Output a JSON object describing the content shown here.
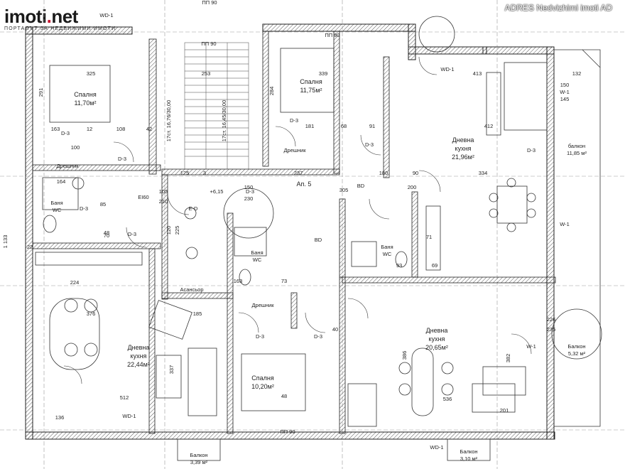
{
  "watermark": "ADRES Nedvizhimi imoti AD",
  "logo": {
    "main_prefix": "imoti",
    "main_dot": ".",
    "main_suffix": "net",
    "tagline": "ПОРТАЛЪТ ЗА НЕДВИЖИМИ ИМОТИ"
  },
  "rooms": {
    "bed1": {
      "name": "Спалня",
      "area": "11,70м²"
    },
    "bed2": {
      "name": "Спалня",
      "area": "11,75м²"
    },
    "bed3": {
      "name": "Спалня",
      "area": "10,20м²"
    },
    "living_ne": {
      "name1": "Дневна",
      "name2": "кухня",
      "area": "21,96м²"
    },
    "living_sw": {
      "name1": "Дневна",
      "name2": "кухня",
      "area": "22,44м²"
    },
    "living_se": {
      "name1": "Дневна",
      "name2": "кухня",
      "area": "20,65м²"
    },
    "bath_w": {
      "name1": "Баня",
      "name2": "WC"
    },
    "bath_c": {
      "name1": "Баня",
      "name2": "WC"
    },
    "bath_e": {
      "name1": "Баня",
      "name2": "WC"
    },
    "closet_nw": "Дрешник",
    "closet_n": "Дрешник",
    "closet_c": "Дрешник",
    "elevator": "Асансьор",
    "apt": "Ап. 5",
    "balcony_e": {
      "name": "балкон",
      "area": "11,85 м²"
    },
    "balcony_se": {
      "name": "Балкон",
      "area": "5,32 м²"
    },
    "balcony_s1": {
      "name": "Балкон",
      "area": "3,39 м²"
    },
    "balcony_s2": {
      "name": "Балкон",
      "area": "3,10 м²"
    }
  },
  "tags": {
    "pp90_top": "ПП 90",
    "pp90_n": "ПП 90",
    "pp90_s": "ПП 90",
    "wd1_a": "WD-1",
    "wd1_b": "WD-1",
    "wd1_c": "WD-1",
    "wd1_d": "WD-1",
    "w1_a": "W-1",
    "w1_b": "W-1",
    "w1_c": "W-1",
    "d3": "D-3",
    "bd": "BD",
    "ed": "E-D",
    "ei60": "EI60",
    "level": "+6,15",
    "stairs1": "17ст. 16,76/30,00",
    "stairs2": "17ст. 16,45/30,00",
    "side": "1 133"
  },
  "dims": [
    "325",
    "291",
    "163",
    "12",
    "108",
    "42",
    "253",
    "339",
    "284",
    "181",
    "68",
    "91",
    "413",
    "412",
    "334",
    "180",
    "237",
    "125",
    "3",
    "200",
    "230",
    "150",
    "105",
    "210",
    "85",
    "120",
    "225",
    "224",
    "376",
    "185",
    "337",
    "512",
    "136",
    "536",
    "386",
    "382",
    "201",
    "132",
    "145",
    "150",
    "226",
    "235",
    "163",
    "73",
    "40",
    "71",
    "69",
    "93",
    "90",
    "22",
    "48",
    "164",
    "100",
    "70",
    "48",
    "305",
    "210"
  ]
}
